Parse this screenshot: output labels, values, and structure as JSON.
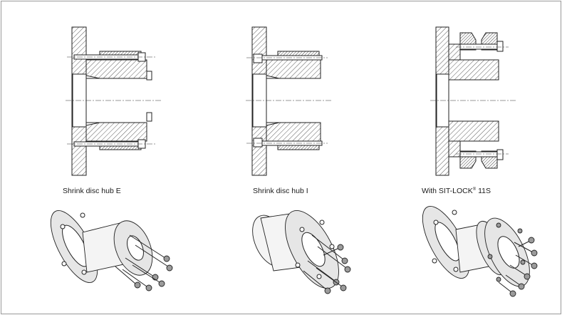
{
  "captions": {
    "hub_e": "Shrink disc hub E",
    "hub_i": "Shrink disc hub I",
    "with_sit_lock_prefix": "With SIT-LOCK",
    "with_sit_lock_mark": "®",
    "with_sit_lock_suffix": " 11S"
  },
  "colors": {
    "line": "#222222",
    "frame": "#9a9a9a",
    "shade_mid": "#e6e6e6",
    "shade_dark": "#9b9b9b"
  }
}
